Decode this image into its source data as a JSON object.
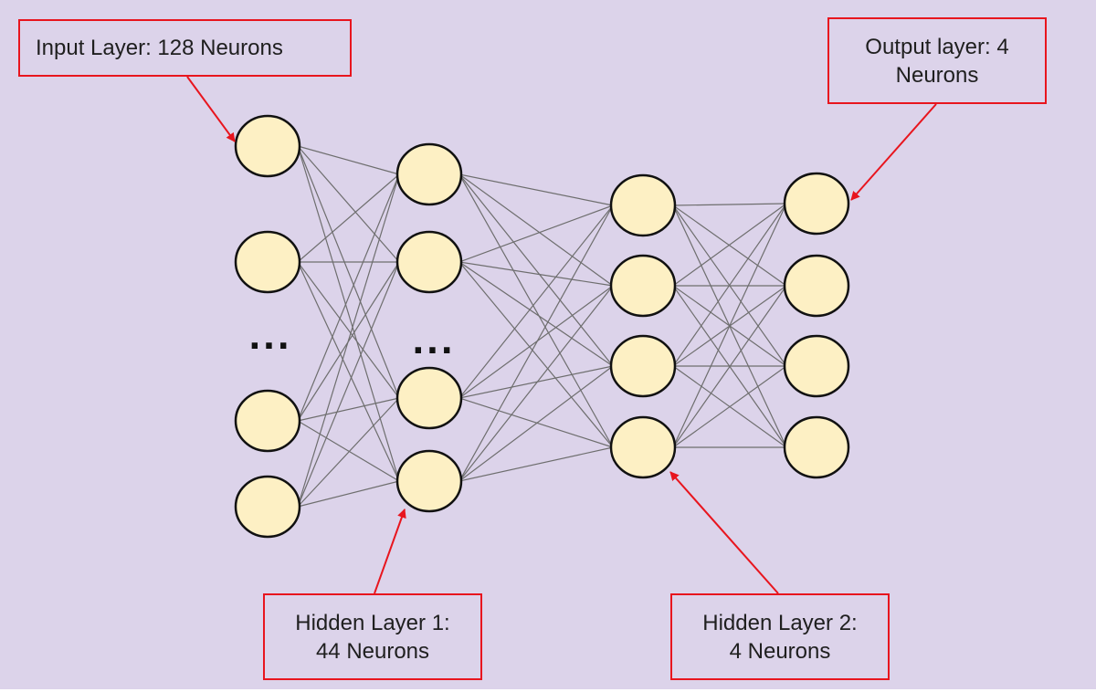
{
  "labels": {
    "input": [
      "Input Layer: 128 Neurons"
    ],
    "output": [
      "Output layer: 4",
      "Neurons"
    ],
    "hidden1": [
      "Hidden Layer 1:",
      "44 Neurons"
    ],
    "hidden2": [
      "Hidden Layer 2:",
      "4 Neurons"
    ]
  },
  "ellipsis": {
    "input": "...",
    "hidden1": "..."
  },
  "colors": {
    "background": "#dcd3ea",
    "neuron_fill": "#fdf0c4",
    "neuron_stroke": "#111111",
    "connection": "#6e6e6e",
    "callout": "#e8151e"
  },
  "layers": {
    "input": {
      "drawn_neurons": 4
    },
    "hidden1": {
      "drawn_neurons": 4
    },
    "hidden2": {
      "drawn_neurons": 4
    },
    "output": {
      "drawn_neurons": 4
    }
  }
}
